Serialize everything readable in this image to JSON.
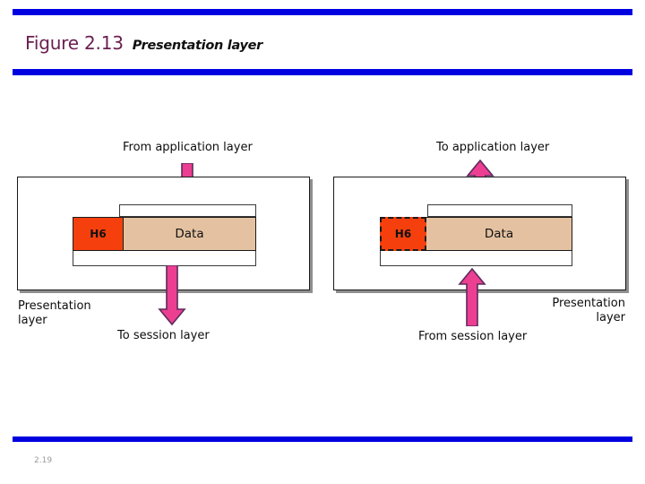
{
  "slide": {
    "title_main": "Figure 2.13",
    "title_sub": "Presentation layer",
    "page_number": "2.19",
    "accent_color": "#0000e0",
    "title_color": "#6b2050"
  },
  "figure": {
    "header_color": "#f5400e",
    "data_color": "#e4c2a1",
    "arrow_color": "#ec3f92",
    "arrow_outline_color": "#5c2a5c",
    "panels": [
      {
        "id": "sending-side",
        "top_caption": "From application layer",
        "bottom_caption": "To session layer",
        "layer_label_line1": "Presentation",
        "layer_label_line2": "layer",
        "layer_label_align": "left",
        "header_label": "H6",
        "data_label": "Data",
        "header_style": "solid",
        "top_arrow_direction": "down",
        "bottom_arrow_direction": "down"
      },
      {
        "id": "receiving-side",
        "top_caption": "To application layer",
        "bottom_caption": "From session layer",
        "layer_label_line1": "Presentation",
        "layer_label_line2": "layer",
        "layer_label_align": "right",
        "header_label": "H6",
        "data_label": "Data",
        "header_style": "dashed",
        "top_arrow_direction": "up",
        "bottom_arrow_direction": "up"
      }
    ]
  }
}
